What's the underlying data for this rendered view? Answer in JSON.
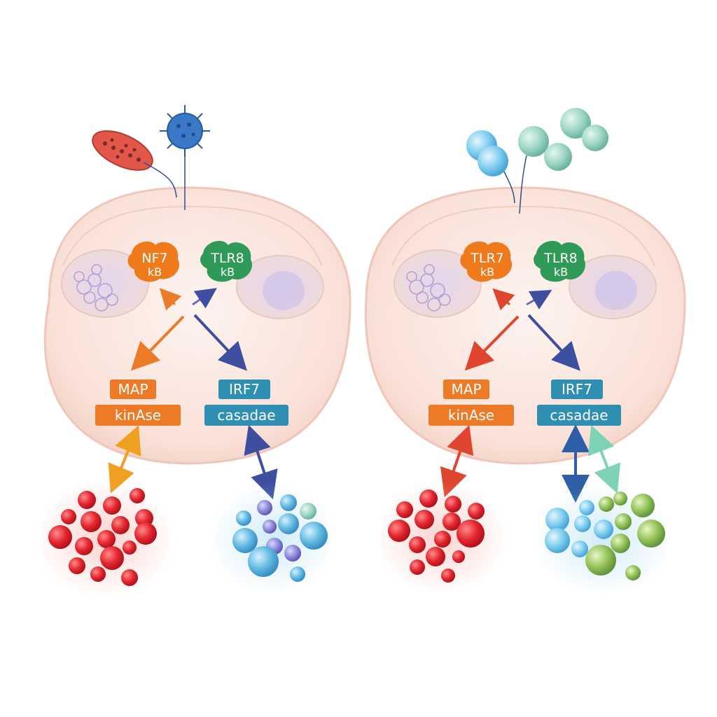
{
  "left_cell": {
    "receptor_a": {
      "line1": "NF7",
      "line2": "kB",
      "color": "#ee7a1c"
    },
    "receptor_b": {
      "line1": "TLR8",
      "line2": "kB",
      "color": "#2f9a57"
    },
    "pathway_a": {
      "line1": "MAP",
      "line2": "kinAse",
      "color": "#ec7a26"
    },
    "pathway_b": {
      "line1": "IRF7",
      "line2": "casadae",
      "color": "#2f8fb3"
    },
    "pathogens": [
      "bacterium-icon",
      "virus-icon"
    ]
  },
  "right_cell": {
    "receptor_a": {
      "line1": "TLR7",
      "line2": "kB",
      "color": "#ee7a1c"
    },
    "receptor_b": {
      "line1": "TLR8",
      "line2": "kB",
      "color": "#2f9a57"
    },
    "pathway_a": {
      "line1": "MAP",
      "line2": "kinAse",
      "color": "#ec7a26"
    },
    "pathway_b": {
      "line1": "IRF7",
      "line2": "casadae",
      "color": "#2f8fb3"
    },
    "ligands": [
      "blue-sphere-ligand-icon",
      "teal-sphere-ligand-icon"
    ]
  },
  "colors": {
    "cell_fill": "#fbe9e2",
    "cell_stroke": "#efc6b9",
    "cytokine_red": "#e3262f",
    "cytokine_blue": "#62b9e0",
    "cytokine_purple": "#8e8ad8",
    "cytokine_green": "#94c25a",
    "arrow_orange": "#ec7a26",
    "arrow_navy": "#3f4fa0"
  }
}
